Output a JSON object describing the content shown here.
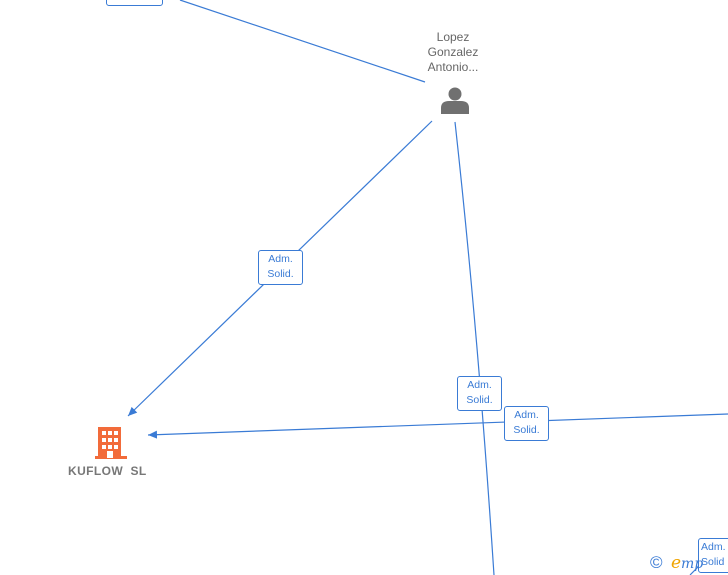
{
  "person": {
    "name_lines": [
      "Lopez",
      "Gonzalez",
      "Antonio..."
    ],
    "icon": "person-icon"
  },
  "company": {
    "name": "KUFLOW  SL",
    "icon": "building-icon",
    "color": "#f26b3a"
  },
  "relations": [
    {
      "line1": "Adm.",
      "line2": "Solid."
    },
    {
      "line1": "Adm.",
      "line2": "Solid."
    },
    {
      "line1": "Adm.",
      "line2": "Solid."
    },
    {
      "line1": "Adm.",
      "line2": "Solid"
    }
  ],
  "watermark": {
    "copyright": "©",
    "brand_initial": "e",
    "brand_rest": "mp"
  },
  "colors": {
    "edge": "#3a7bd5",
    "label_text": "#666666"
  }
}
